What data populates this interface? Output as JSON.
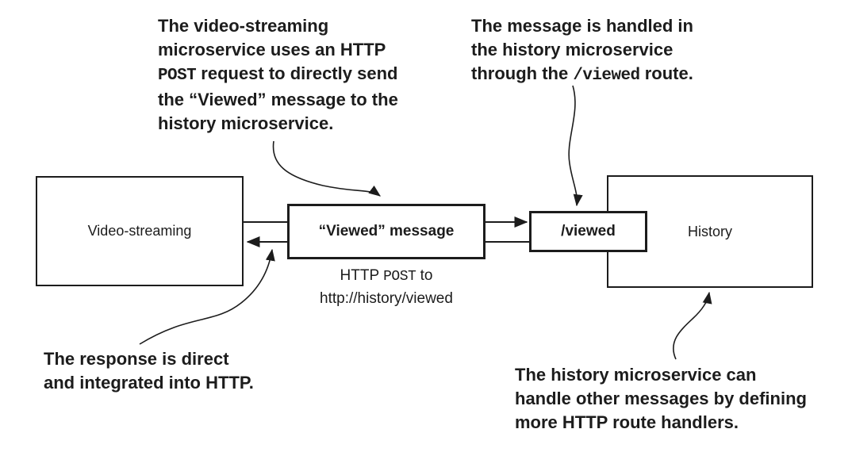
{
  "colors": {
    "ink": "#1c1c1c",
    "background": "#ffffff"
  },
  "boxes": {
    "video_streaming": {
      "label": "Video-streaming"
    },
    "viewed_message": {
      "label": "“Viewed” message"
    },
    "viewed_route": {
      "label": "/viewed"
    },
    "history": {
      "label": "History"
    }
  },
  "caption": {
    "lines": [
      {
        "segments": [
          {
            "text": "HTTP ",
            "mono": false
          },
          {
            "text": "POST",
            "mono": true
          },
          {
            "text": " to",
            "mono": false
          }
        ]
      },
      {
        "segments": [
          {
            "text": "http://history/viewed",
            "mono": false
          }
        ]
      }
    ]
  },
  "annotations": {
    "top_left": {
      "lines": [
        {
          "segments": [
            {
              "text": "The video-streaming",
              "mono": false
            }
          ]
        },
        {
          "segments": [
            {
              "text": "microservice uses an HTTP",
              "mono": false
            }
          ]
        },
        {
          "segments": [
            {
              "text": "POST",
              "mono": true
            },
            {
              "text": " request to directly send",
              "mono": false
            }
          ]
        },
        {
          "segments": [
            {
              "text": "the “Viewed” message to the",
              "mono": false
            }
          ]
        },
        {
          "segments": [
            {
              "text": "history microservice.",
              "mono": false
            }
          ]
        }
      ]
    },
    "top_right": {
      "lines": [
        {
          "segments": [
            {
              "text": "The message is handled in",
              "mono": false
            }
          ]
        },
        {
          "segments": [
            {
              "text": "the history microservice",
              "mono": false
            }
          ]
        },
        {
          "segments": [
            {
              "text": "through the ",
              "mono": false
            },
            {
              "text": "/viewed",
              "mono": true
            },
            {
              "text": " route.",
              "mono": false
            }
          ]
        }
      ]
    },
    "bottom_left": {
      "lines": [
        {
          "segments": [
            {
              "text": "The response is direct",
              "mono": false
            }
          ]
        },
        {
          "segments": [
            {
              "text": "and integrated into HTTP.",
              "mono": false
            }
          ]
        }
      ]
    },
    "bottom_right": {
      "lines": [
        {
          "segments": [
            {
              "text": "The history microservice can",
              "mono": false
            }
          ]
        },
        {
          "segments": [
            {
              "text": "handle other messages by defining",
              "mono": false
            }
          ]
        },
        {
          "segments": [
            {
              "text": "more HTTP route handlers.",
              "mono": false
            }
          ]
        }
      ]
    }
  }
}
